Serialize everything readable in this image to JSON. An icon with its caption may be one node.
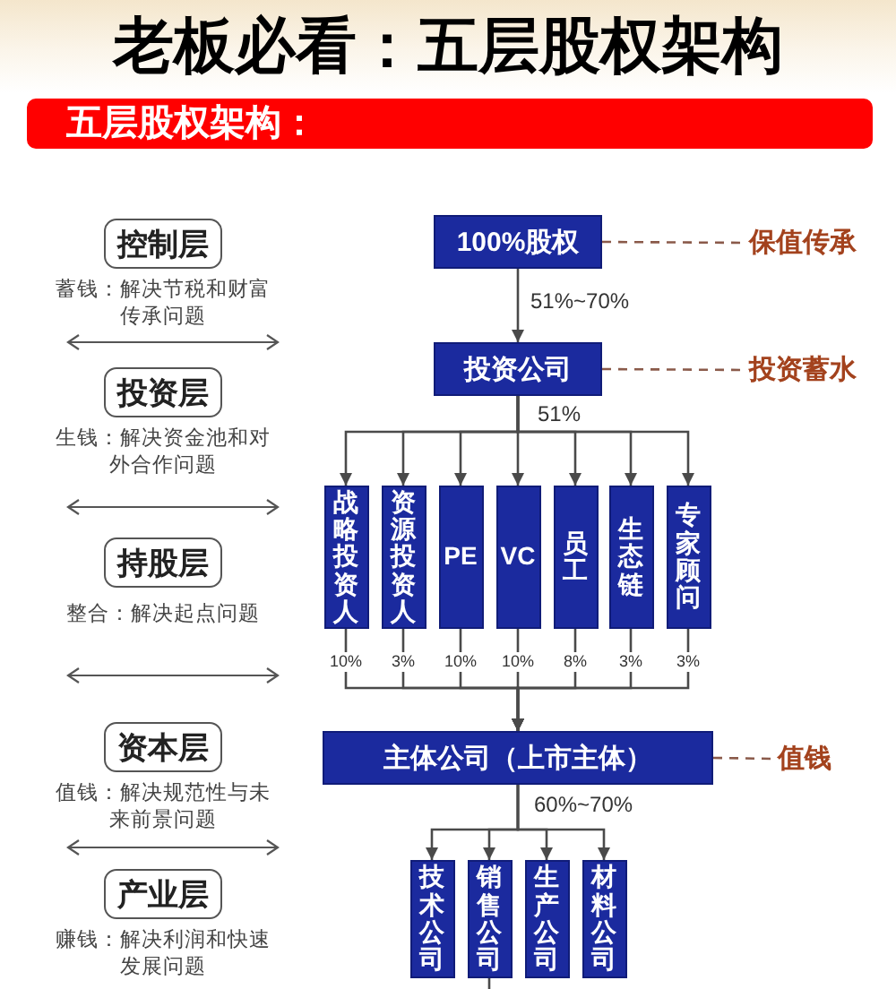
{
  "diagram": {
    "title": "老板必看：五层股权架构",
    "nodes": [
      {
        "text": [
          "五层股权架构："
        ]
      },
      {
        "text": [
          "控制层"
        ],
        "beside": [
          "蓄钱：解决节税和财富传承问题"
        ]
      },
      {
        "text": [
          "100%股权"
        ]
      },
      {
        "text": [
          "保值传承"
        ]
      },
      {
        "text": [
          "投资层"
        ],
        "beside": [
          "生钱：解决资金池和对外合作问题"
        ]
      },
      {
        "text": [
          "投资公司"
        ]
      },
      {
        "text": [
          "投资蓄水"
        ]
      },
      {
        "text": [
          "持股层"
        ],
        "beside": [
          "整合：解决起点问题"
        ]
      },
      {
        "text": [
          "战略投资人"
        ]
      },
      {
        "text": [
          "资源投资人"
        ]
      },
      {
        "text": [
          "PE"
        ]
      },
      {
        "text": [
          "VC"
        ]
      },
      {
        "text": [
          "员工"
        ]
      },
      {
        "text": [
          "生态链"
        ]
      },
      {
        "text": [
          "专家顾问"
        ]
      },
      {
        "text": [
          "资本层"
        ],
        "beside": [
          "值钱：解决规范性与未来前景问题"
        ]
      },
      {
        "text": [
          "主体公司（上市主体）"
        ]
      },
      {
        "text": [
          "值钱"
        ]
      },
      {
        "text": [
          "产业层"
        ],
        "beside": [
          "赚钱：解决利润和快速发展问题"
        ]
      },
      {
        "text": [
          "技术公司"
        ]
      },
      {
        "text": [
          "销售公司"
        ]
      },
      {
        "text": [
          "生产公司"
        ]
      },
      {
        "text": [
          "材料公司"
        ]
      }
    ],
    "edges": [
      {
        "from": 2,
        "to": 5,
        "arrow": "to",
        "label": "51%~70%"
      },
      {
        "from": 2,
        "to": 3,
        "arrow": "none",
        "style": "dashed",
        "color": "#8a5a4a"
      },
      {
        "from": 5,
        "to": 6,
        "arrow": "none",
        "style": "dashed",
        "color": "#8a5a4a"
      },
      {
        "from": 5,
        "to": 8,
        "arrow": "to"
      },
      {
        "from": 5,
        "to": 9,
        "arrow": "to"
      },
      {
        "from": 5,
        "to": 10,
        "arrow": "to"
      },
      {
        "from": 5,
        "to": 11,
        "arrow": "to",
        "label": "51%"
      },
      {
        "from": 5,
        "to": 12,
        "arrow": "to"
      },
      {
        "from": 5,
        "to": 13,
        "arrow": "to"
      },
      {
        "from": 5,
        "to": 14,
        "arrow": "to"
      },
      {
        "from": 8,
        "to": 16,
        "arrow": "to",
        "label": "10%"
      },
      {
        "from": 9,
        "to": 16,
        "arrow": "to",
        "label": "3%"
      },
      {
        "from": 10,
        "to": 16,
        "arrow": "to",
        "label": "10%"
      },
      {
        "from": 11,
        "to": 16,
        "arrow": "to",
        "label": "10%"
      },
      {
        "from": 12,
        "to": 16,
        "arrow": "to",
        "label": "8%"
      },
      {
        "from": 13,
        "to": 16,
        "arrow": "to",
        "label": "3%"
      },
      {
        "from": 14,
        "to": 16,
        "arrow": "to",
        "label": "3%"
      },
      {
        "from": 16,
        "to": 17,
        "arrow": "none",
        "style": "dashed",
        "color": "#8a5a4a"
      },
      {
        "from": 16,
        "to": 19,
        "arrow": "to"
      },
      {
        "from": 16,
        "to": 20,
        "arrow": "to",
        "label": "60%~70%"
      },
      {
        "from": 16,
        "to": 21,
        "arrow": "to"
      },
      {
        "from": 16,
        "to": 22,
        "arrow": "to"
      },
      {
        "from": 20,
        "to": null,
        "arrow": "none"
      }
    ]
  }
}
